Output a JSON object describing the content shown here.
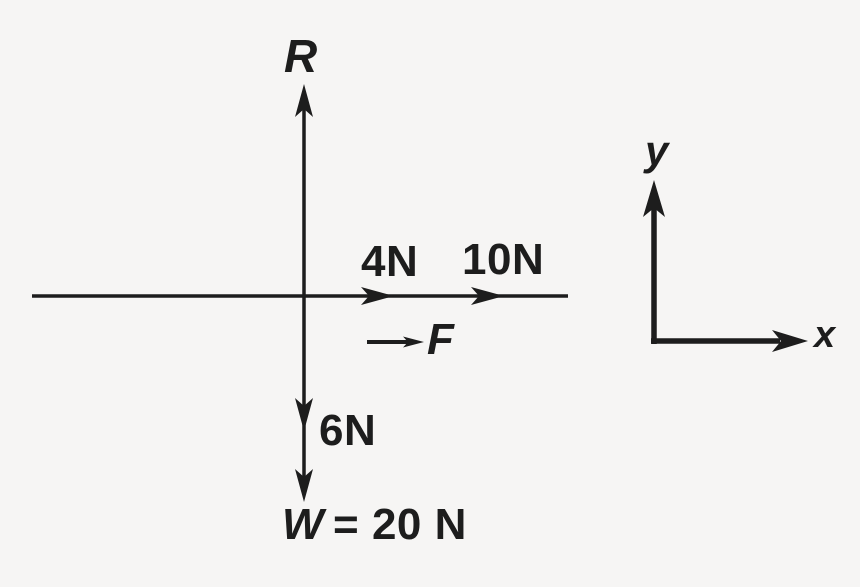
{
  "colors": {
    "background": "#f6f5f4",
    "ink": "#1d1d1d"
  },
  "diagram": {
    "type": "free-body-force-diagram",
    "labels": {
      "reaction": "R",
      "force_4n": "4N",
      "force_10n": "10N",
      "applied_force": "F",
      "force_6n": "6N",
      "weight_symbol": "W",
      "weight_value": "= 20 N",
      "axis_y": "y",
      "axis_x": "x"
    },
    "forces": [
      {
        "label": "R",
        "direction": "up"
      },
      {
        "label": "4N",
        "direction": "right"
      },
      {
        "label": "10N",
        "direction": "right"
      },
      {
        "label": "F",
        "direction": "right"
      },
      {
        "label": "6N",
        "direction": "down"
      },
      {
        "label": "W = 20 N",
        "direction": "down"
      }
    ],
    "axes_indicator": {
      "vertical": "y",
      "horizontal": "x"
    }
  }
}
